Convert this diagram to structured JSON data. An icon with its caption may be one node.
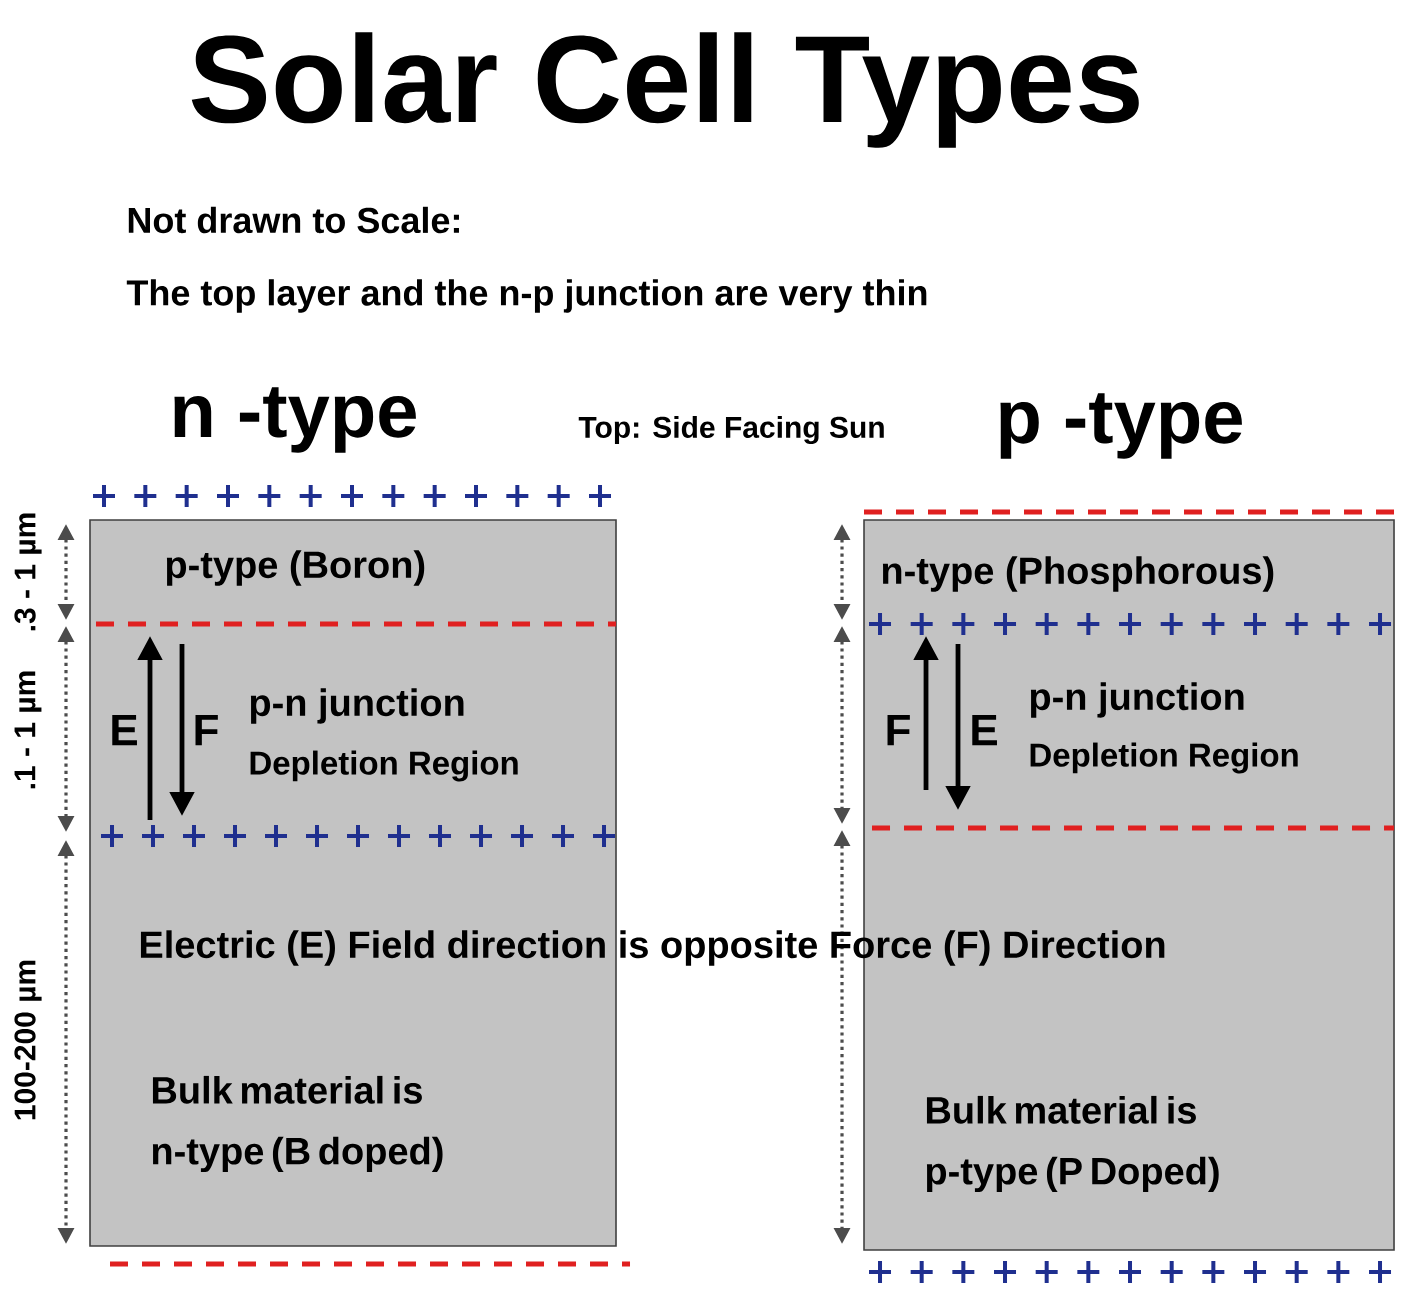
{
  "diagram": {
    "title": "Solar Cell Types",
    "nodes": [
      {
        "text": [
          "n -type",
          "p-type (Boron)",
          "p-n junction",
          "Depletion Region",
          "Bulk material is n-type (B doped)"
        ]
      },
      {
        "text": [
          "p -type",
          "n-type (Phosphorous)",
          "p-n junction",
          "Depletion Region",
          "Bulk material is p-type (P Doped)"
        ]
      }
    ],
    "labels": [
      "Not drawn to Scale:",
      "The top layer and the n-p junction are very thin",
      "Top: Side Facing Sun",
      ".3 - 1 µm",
      ".1 - 1 µm",
      "100-200 µm",
      "E",
      "F",
      "F",
      "E",
      "Electric (E) Field direction is opposite Force (F) Direction"
    ]
  }
}
